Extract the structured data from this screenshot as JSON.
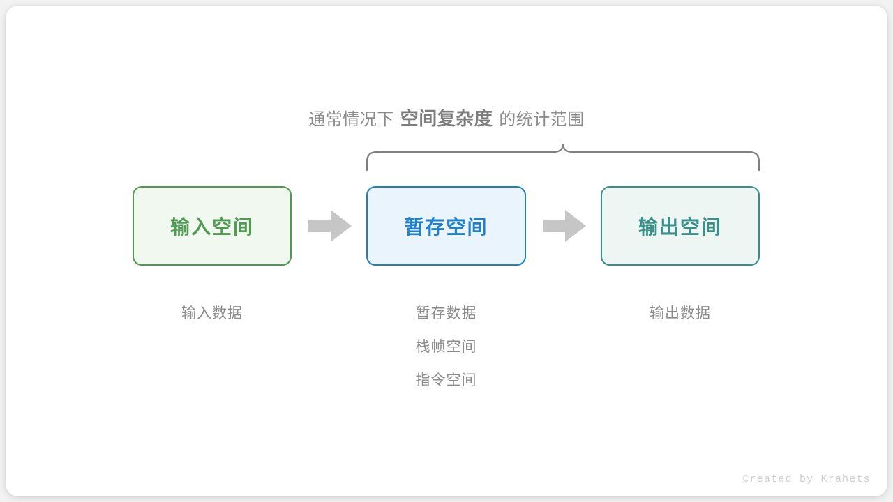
{
  "caption": {
    "prefix": "通常情况下",
    "emphasis": "空间复杂度",
    "suffix": "的统计范围"
  },
  "boxes": [
    {
      "label": "输入空间",
      "color": "#519a53",
      "border": "#4e9a51",
      "fill": "#f1f8f0"
    },
    {
      "label": "暂存空间",
      "color": "#2080cc",
      "border": "#1f7ec8",
      "fill": "#eaf4fc"
    },
    {
      "label": "输出空间",
      "color": "#3b8f89",
      "border": "#358f8b",
      "fill": "#eef6f4"
    }
  ],
  "arrows": [
    {
      "name": "arrow-input-to-temp"
    },
    {
      "name": "arrow-temp-to-output"
    }
  ],
  "sub_labels": {
    "input": [
      "输入数据"
    ],
    "temp": [
      "暂存数据",
      "栈帧空间",
      "指令空间"
    ],
    "output": [
      "输出数据"
    ]
  },
  "brace": {
    "color": "#808080"
  },
  "signature": "Created by Krahets",
  "palette": {
    "background": "#f2f2f2",
    "card": "#ffffff",
    "muted_text": "#8c8c8c",
    "arrow_gray": "#c6c6c6",
    "signature_gray": "#cfcfcf"
  }
}
